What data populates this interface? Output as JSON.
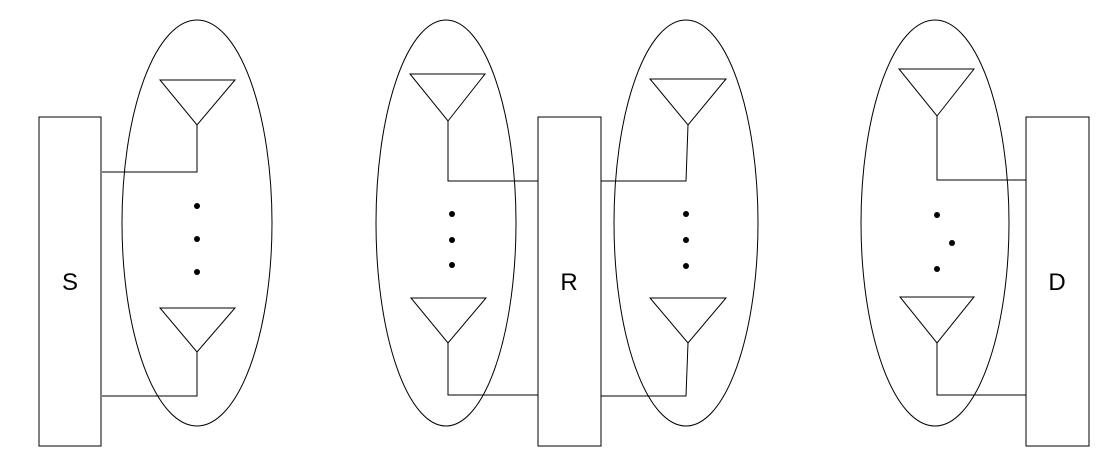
{
  "nodes": {
    "source": {
      "label": "S"
    },
    "relay": {
      "label": "R"
    },
    "destination": {
      "label": "D"
    }
  }
}
